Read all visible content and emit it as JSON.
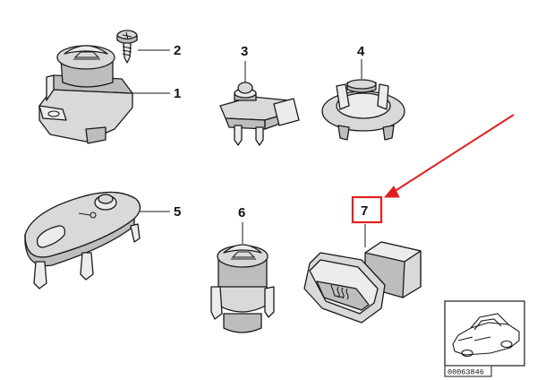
{
  "callouts": {
    "c1": "1",
    "c2": "2",
    "c3": "3",
    "c4": "4",
    "c5": "5",
    "c6": "6",
    "c7": "7"
  },
  "reference_id": "00063846",
  "highlight_color": "#e02020",
  "line_color": "#1a1a1a",
  "part_fill": "#d9d9d9"
}
